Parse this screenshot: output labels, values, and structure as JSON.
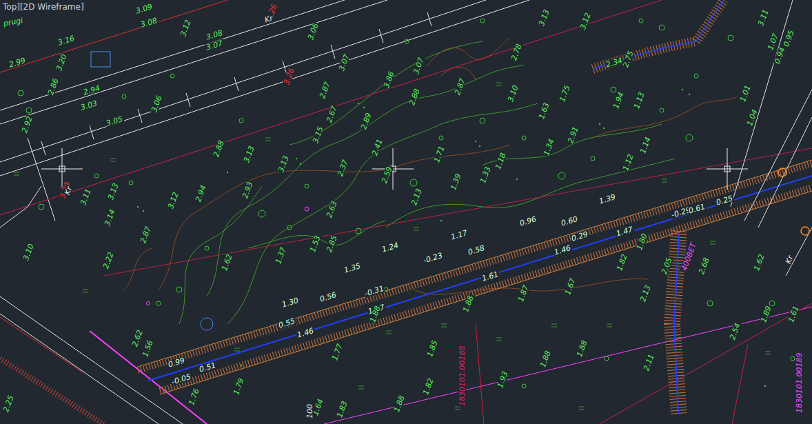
{
  "diagram": {
    "labels": [
      "Top][2D Wireframe]",
      "prugi",
      "3.09",
      "3.08",
      "3.16",
      "3.20",
      "2.99",
      "2.86",
      "2.94",
      "3.03",
      "3.05",
      "2.92",
      "3.06",
      "3.12",
      "3.08",
      "3.07",
      "3.26",
      "3.26",
      "3.29",
      "3.06",
      "3.13",
      "3.12",
      "2.75",
      "2.78",
      "3.07",
      "3.86",
      "3.07",
      "2.88",
      "2.87",
      "3.10",
      "1.63",
      "1.75",
      "1.94",
      "1.13",
      "2.88",
      "3.13",
      "3.15",
      "2.67",
      "2.87",
      "2.89",
      "2.41",
      "2.59",
      "2.37",
      "1.71",
      "1.39",
      "1.33",
      "1.18",
      "1.34",
      "2.91",
      "1.12",
      "1.14",
      "2.94",
      "3.12",
      "3.14",
      "3.13",
      "3.11",
      "2.87",
      "2.22",
      "2.93",
      "3.13",
      "2.63",
      "1.53",
      "1.37",
      "2.85",
      "2.13",
      "1.62",
      "1.35",
      "1.24",
      "1.17",
      "0.96",
      "0.60",
      "1.39",
      "-0.23",
      "0.58",
      "0.29",
      "1.46",
      "1.47",
      "1.61",
      "1.30",
      "0.56",
      "-0.31",
      "1.67",
      "0.55",
      "1.46",
      "0.99",
      "0.51",
      "-0.05",
      "-0.29",
      "0.61",
      "0.25",
      "1.88",
      "1.88",
      "1.87",
      "1.67",
      "1.82",
      "1.80",
      "1.85",
      "1.77",
      "1.79",
      "1.76",
      "1.82",
      "1.93",
      "1.88",
      "1.88",
      "1.88",
      "1.64",
      "1.83",
      "2.13",
      "2.11",
      "2.05",
      "2.68",
      "2.54",
      "1.89",
      "1.61",
      "1.62",
      "2.25",
      "2.62",
      "1.56",
      "3.10",
      "3.11",
      "1.07",
      "0.94",
      "0.95",
      "1.04",
      "1.01",
      "2.34",
      "Kr",
      "Kr",
      "Kr",
      "400BET",
      "100",
      "1830101.00188",
      "1830101.00189"
    ]
  }
}
